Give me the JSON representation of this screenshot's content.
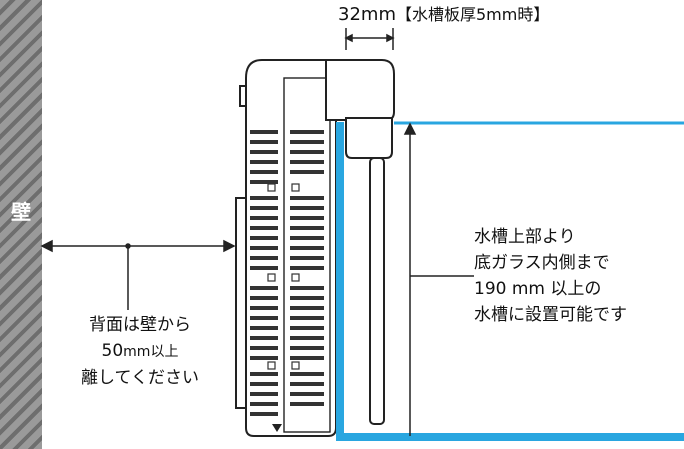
{
  "wall": {
    "label": "壁"
  },
  "dimension_top": {
    "value": "32",
    "unit": "mm",
    "note": "【水槽板厚5mm時】"
  },
  "note_back": {
    "line1": "背面は壁から",
    "line2_value": "50",
    "line2_unit": "mm",
    "line2_suffix": "以上",
    "line3": "離してください"
  },
  "note_depth": {
    "line1": "水槽上部より",
    "line2": "底ガラス内側まで",
    "line3": "190 mm 以上の",
    "line4": "水槽に設置可能です"
  },
  "colors": {
    "tank": "#29a6e0",
    "wall_dark": "#6e6e6e",
    "wall_light": "#9a9a9a",
    "line": "#222222"
  }
}
